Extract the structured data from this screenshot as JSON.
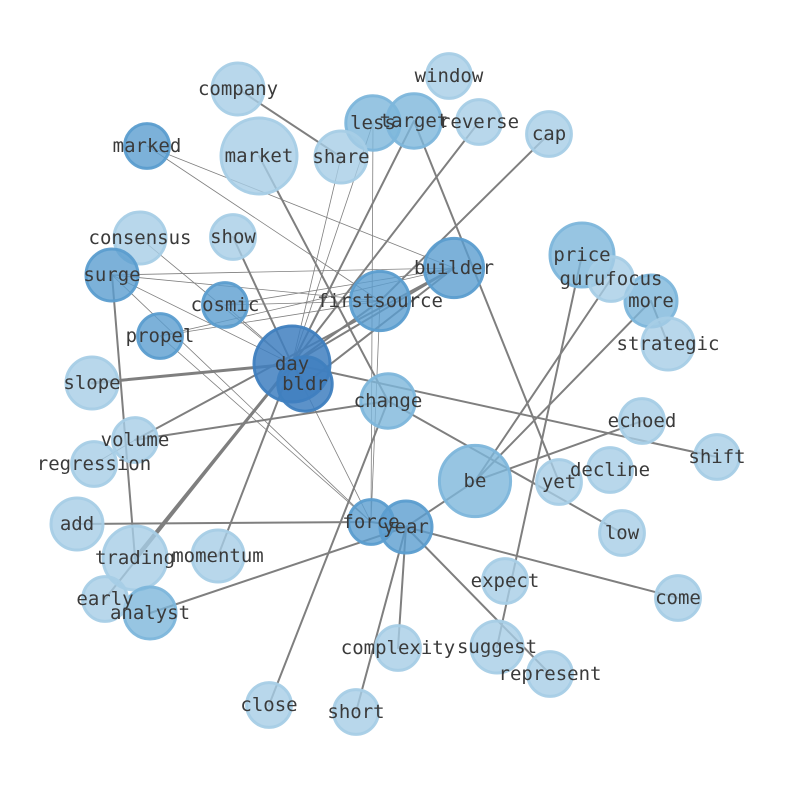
{
  "graph": {
    "palette": {
      "light": "#a6cde6",
      "mid": "#7db6db",
      "strong": "#5b9dcf",
      "dark": "#3f7fbf",
      "edge": "#7f7f7f"
    },
    "nodes": [
      {
        "id": "window",
        "label": "window",
        "size": 0.35,
        "level": 0
      },
      {
        "id": "company",
        "label": "company",
        "size": 0.5,
        "level": 0
      },
      {
        "id": "less",
        "label": "less",
        "size": 0.55,
        "level": 1
      },
      {
        "id": "target",
        "label": "target",
        "size": 0.55,
        "level": 1
      },
      {
        "id": "reverse",
        "label": "reverse",
        "size": 0.35,
        "level": 0
      },
      {
        "id": "cap",
        "label": "cap",
        "size": 0.35,
        "level": 0
      },
      {
        "id": "marked",
        "label": "marked",
        "size": 0.35,
        "level": 2
      },
      {
        "id": "market",
        "label": "market",
        "size": 1.0,
        "level": 0
      },
      {
        "id": "share",
        "label": "share",
        "size": 0.5,
        "level": 0
      },
      {
        "id": "consensus",
        "label": "consensus",
        "size": 0.5,
        "level": 0
      },
      {
        "id": "show",
        "label": "show",
        "size": 0.35,
        "level": 0
      },
      {
        "id": "builder",
        "label": "builder",
        "size": 0.65,
        "level": 2
      },
      {
        "id": "price",
        "label": "price",
        "size": 0.75,
        "level": 1
      },
      {
        "id": "surge",
        "label": "surge",
        "size": 0.5,
        "level": 2
      },
      {
        "id": "gurufocus",
        "label": "gurufocus",
        "size": 0.35,
        "level": 0
      },
      {
        "id": "cosmic",
        "label": "cosmic",
        "size": 0.35,
        "level": 2
      },
      {
        "id": "firstsource",
        "label": "firstsource",
        "size": 0.65,
        "level": 2
      },
      {
        "id": "more",
        "label": "more",
        "size": 0.5,
        "level": 1
      },
      {
        "id": "propel",
        "label": "propel",
        "size": 0.35,
        "level": 2
      },
      {
        "id": "strategic",
        "label": "strategic",
        "size": 0.5,
        "level": 0
      },
      {
        "id": "day",
        "label": "day",
        "size": 1.0,
        "level": 3
      },
      {
        "id": "bldr",
        "label": "bldr",
        "size": 0.55,
        "level": 3
      },
      {
        "id": "slope",
        "label": "slope",
        "size": 0.5,
        "level": 0
      },
      {
        "id": "change",
        "label": "change",
        "size": 0.55,
        "level": 1
      },
      {
        "id": "echoed",
        "label": "echoed",
        "size": 0.35,
        "level": 0
      },
      {
        "id": "volume",
        "label": "volume",
        "size": 0.35,
        "level": 0
      },
      {
        "id": "shift",
        "label": "shift",
        "size": 0.35,
        "level": 0
      },
      {
        "id": "regression",
        "label": "regression",
        "size": 0.35,
        "level": 0
      },
      {
        "id": "be",
        "label": "be",
        "size": 0.9,
        "level": 1
      },
      {
        "id": "decline",
        "label": "decline",
        "size": 0.35,
        "level": 0
      },
      {
        "id": "yet",
        "label": "yet",
        "size": 0.35,
        "level": 0
      },
      {
        "id": "add",
        "label": "add",
        "size": 0.5,
        "level": 0
      },
      {
        "id": "force",
        "label": "force",
        "size": 0.35,
        "level": 2
      },
      {
        "id": "year",
        "label": "year",
        "size": 0.5,
        "level": 2
      },
      {
        "id": "low",
        "label": "low",
        "size": 0.35,
        "level": 0
      },
      {
        "id": "trading",
        "label": "trading",
        "size": 0.75,
        "level": 0
      },
      {
        "id": "momentum",
        "label": "momentum",
        "size": 0.5,
        "level": 0
      },
      {
        "id": "expect",
        "label": "expect",
        "size": 0.35,
        "level": 0
      },
      {
        "id": "early",
        "label": "early",
        "size": 0.35,
        "level": 0
      },
      {
        "id": "come",
        "label": "come",
        "size": 0.35,
        "level": 0
      },
      {
        "id": "analyst",
        "label": "analyst",
        "size": 0.5,
        "level": 1
      },
      {
        "id": "complexity",
        "label": "complexity",
        "size": 0.35,
        "level": 0
      },
      {
        "id": "suggest",
        "label": "suggest",
        "size": 0.5,
        "level": 0
      },
      {
        "id": "represent",
        "label": "represent",
        "size": 0.35,
        "level": 0
      },
      {
        "id": "close",
        "label": "close",
        "size": 0.35,
        "level": 0
      },
      {
        "id": "short",
        "label": "short",
        "size": 0.35,
        "level": 0
      }
    ],
    "edges": [
      {
        "source": "company",
        "target": "share",
        "weight": 2
      },
      {
        "source": "market",
        "target": "change",
        "weight": 2
      },
      {
        "source": "less",
        "target": "day",
        "weight": 1
      },
      {
        "source": "less",
        "target": "force",
        "weight": 1
      },
      {
        "source": "target",
        "target": "day",
        "weight": 2
      },
      {
        "source": "target",
        "target": "yet",
        "weight": 2
      },
      {
        "source": "reverse",
        "target": "day",
        "weight": 2
      },
      {
        "source": "cap",
        "target": "firstsource",
        "weight": 2
      },
      {
        "source": "marked",
        "target": "builder",
        "weight": 1
      },
      {
        "source": "marked",
        "target": "firstsource",
        "weight": 1
      },
      {
        "source": "consensus",
        "target": "day",
        "weight": 1
      },
      {
        "source": "show",
        "target": "day",
        "weight": 2
      },
      {
        "source": "surge",
        "target": "builder",
        "weight": 1
      },
      {
        "source": "surge",
        "target": "firstsource",
        "weight": 1
      },
      {
        "source": "surge",
        "target": "day",
        "weight": 1
      },
      {
        "source": "surge",
        "target": "force",
        "weight": 1
      },
      {
        "source": "surge",
        "target": "trading",
        "weight": 2
      },
      {
        "source": "cosmic",
        "target": "builder",
        "weight": 1
      },
      {
        "source": "cosmic",
        "target": "firstsource",
        "weight": 1
      },
      {
        "source": "cosmic",
        "target": "day",
        "weight": 1
      },
      {
        "source": "propel",
        "target": "builder",
        "weight": 1
      },
      {
        "source": "propel",
        "target": "firstsource",
        "weight": 1
      },
      {
        "source": "propel",
        "target": "force",
        "weight": 1
      },
      {
        "source": "day",
        "target": "builder",
        "weight": 2
      },
      {
        "source": "day",
        "target": "firstsource",
        "weight": 2
      },
      {
        "source": "day",
        "target": "bldr",
        "weight": 2
      },
      {
        "source": "day",
        "target": "slope",
        "weight": 3
      },
      {
        "source": "day",
        "target": "trading",
        "weight": 3
      },
      {
        "source": "day",
        "target": "force",
        "weight": 1
      },
      {
        "source": "day",
        "target": "shift",
        "weight": 2
      },
      {
        "source": "day",
        "target": "early",
        "weight": 2
      },
      {
        "source": "day",
        "target": "momentum",
        "weight": 2
      },
      {
        "source": "day",
        "target": "share",
        "weight": 1
      },
      {
        "source": "bldr",
        "target": "builder",
        "weight": 2
      },
      {
        "source": "change",
        "target": "volume",
        "weight": 2
      },
      {
        "source": "change",
        "target": "low",
        "weight": 2
      },
      {
        "source": "change",
        "target": "close",
        "weight": 2
      },
      {
        "source": "builder",
        "target": "volume",
        "weight": 2
      },
      {
        "source": "firstsource",
        "target": "force",
        "weight": 1
      },
      {
        "source": "price",
        "target": "suggest",
        "weight": 2
      },
      {
        "source": "gurufocus",
        "target": "be",
        "weight": 2
      },
      {
        "source": "more",
        "target": "strategic",
        "weight": 2
      },
      {
        "source": "more",
        "target": "be",
        "weight": 2
      },
      {
        "source": "echoed",
        "target": "be",
        "weight": 2
      },
      {
        "source": "add",
        "target": "force",
        "weight": 2
      },
      {
        "source": "year",
        "target": "be",
        "weight": 2
      },
      {
        "source": "year",
        "target": "analyst",
        "weight": 2
      },
      {
        "source": "year",
        "target": "come",
        "weight": 2
      },
      {
        "source": "year",
        "target": "complexity",
        "weight": 2
      },
      {
        "source": "year",
        "target": "short",
        "weight": 2
      },
      {
        "source": "year",
        "target": "represent",
        "weight": 2
      },
      {
        "source": "force",
        "target": "year",
        "weight": 2
      },
      {
        "source": "regression",
        "target": "volume",
        "weight": 1
      }
    ]
  }
}
